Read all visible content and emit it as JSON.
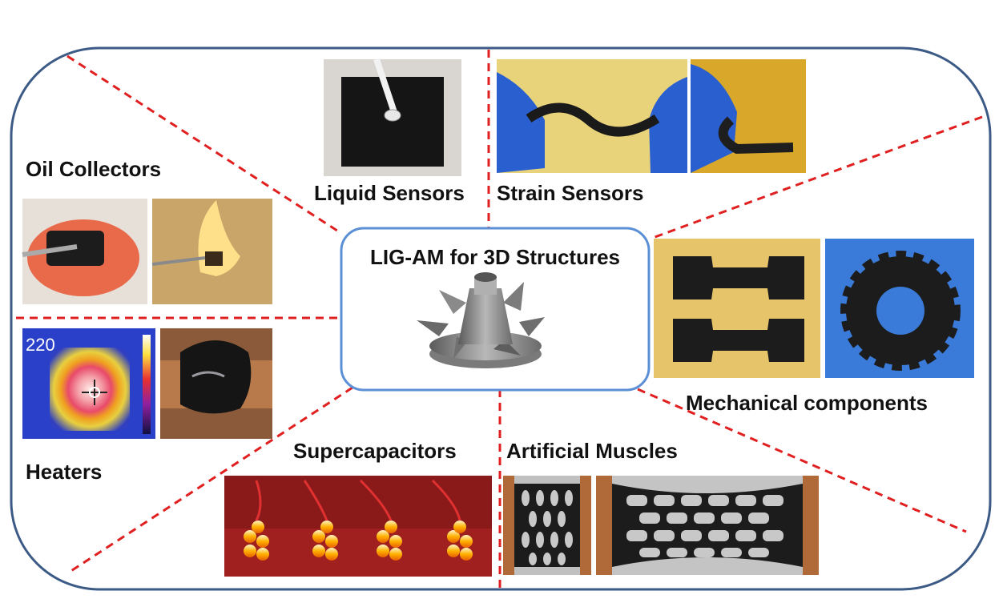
{
  "center": {
    "title": "LIG-AM for 3D Structures"
  },
  "sections": {
    "liquid_sensors": "Liquid Sensors",
    "strain_sensors": "Strain Sensors",
    "oil_collectors": "Oil Collectors",
    "heaters": "Heaters",
    "supercapacitors": "Supercapacitors",
    "artificial_muscles": "Artificial Muscles",
    "mechanical_components": "Mechanical components"
  },
  "heater_thermal_value": "220",
  "colors": {
    "frame": "#3c5a86",
    "center_box": "#5b8fd6",
    "divider": "#e02020"
  }
}
